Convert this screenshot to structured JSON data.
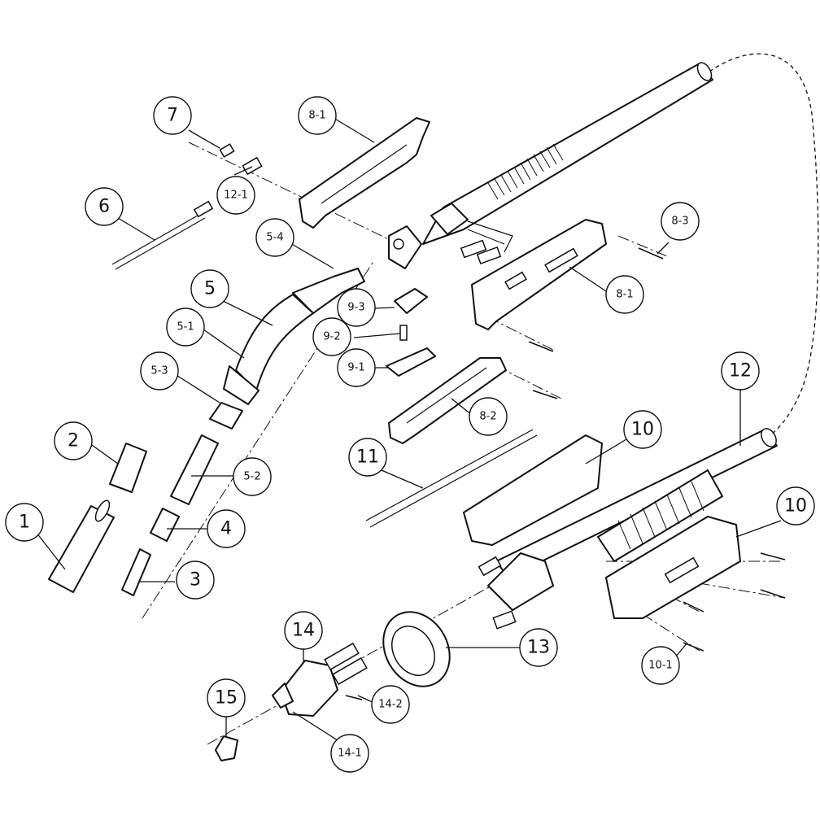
{
  "colors": {
    "ink": "#111111",
    "paper": "#ffffff"
  },
  "callouts": {
    "c1": "1",
    "c2": "2",
    "c3": "3",
    "c4": "4",
    "c5": "5",
    "c5_1": "5-1",
    "c5_2": "5-2",
    "c5_3": "5-3",
    "c5_4": "5-4",
    "c6": "6",
    "c7": "7",
    "c8_1_top": "8-1",
    "c8_1_right": "8-1",
    "c8_2": "8-2",
    "c8_3": "8-3",
    "c9_1": "9-1",
    "c9_2": "9-2",
    "c9_3": "9-3",
    "c10_top": "10",
    "c10_right": "10",
    "c10_1": "10-1",
    "c11": "11",
    "c12": "12",
    "c12_1": "12-1",
    "c13": "13",
    "c14": "14",
    "c14_1": "14-1",
    "c14_2": "14-2",
    "c15": "15"
  }
}
